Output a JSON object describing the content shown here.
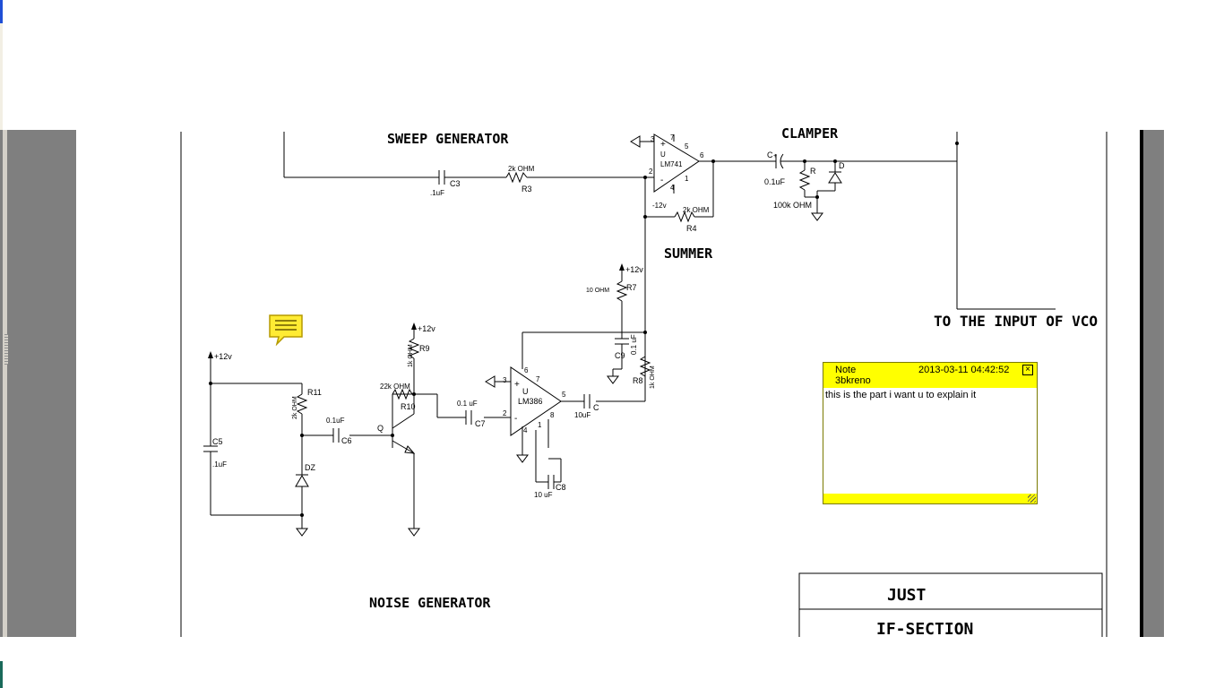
{
  "schematic": {
    "sweep_generator": "SWEEP GENERATOR",
    "clamper": "CLAMPER",
    "summer": "SUMMER",
    "noise_generator": "NOISE GENERATOR",
    "to_vco": "TO THE INPUT OF VCO",
    "title_block": [
      "JUST",
      "IF-SECTION"
    ],
    "labels": {
      "c3": "C3",
      "c3_val": ".1uF",
      "r3": "R3",
      "r3_val": "2k OHM",
      "u_lm741": "U",
      "lm741": "LM741",
      "pin3": "3",
      "pin7": "7",
      "pin5": "5",
      "pin6": "6",
      "pin2": "2",
      "pin4": "4",
      "pin1": "1",
      "plus": "+",
      "minus": "-",
      "neg12": "-12v",
      "r4": "R4",
      "r4_val": "2k OHM",
      "c": "C",
      "c_plus": "+",
      "c_val": "0.1uF",
      "r": "R",
      "r_val": "100k OHM",
      "d": "D",
      "r7": "R7",
      "r7_val": "10 OHM",
      "r7_supply": "+12v",
      "c9": "C9",
      "c9_val": "0.1 uF",
      "r8": "R8",
      "r8_val": "1k OHM",
      "r9": "R9",
      "r9_val": "1k OHM",
      "r9_supply": "+12v",
      "r10": "R10",
      "r10_val": "22k OHM",
      "q": "Q",
      "c7": "C7",
      "c7_val": "0.1 uF",
      "u_lm386": "U",
      "lm386": "LM386",
      "p3": "3",
      "p6": "6",
      "p7": "7",
      "p5": "5",
      "p2": "2",
      "p4": "4",
      "p1": "1",
      "p8": "8",
      "c_out": "C",
      "c_out_val": "10uF",
      "c8": "C8",
      "c8_val": "10 uF",
      "r11": "R11",
      "r11_val": "2k OHM",
      "c6": "C6",
      "c6_val": "0.1uF",
      "c5": "C5",
      "c5_val": ".1uF",
      "dz": "DZ",
      "supply_left": "+12v"
    }
  },
  "note": {
    "title": "Note",
    "author": "3bkreno",
    "timestamp": "2013-03-11 04:42:52",
    "body": "this is the part i want u to explain it",
    "close_icon": "close-icon"
  },
  "colors": {
    "note_yellow": "#ffff00",
    "viewer_gray": "#7f7f7f"
  }
}
